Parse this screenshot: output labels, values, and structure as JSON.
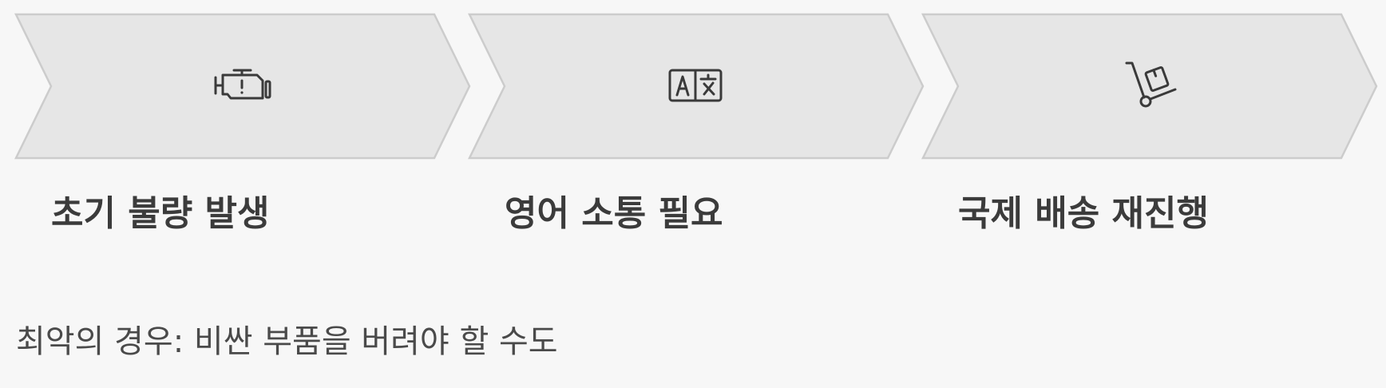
{
  "steps": [
    {
      "icon": "engine-warning-icon",
      "label": "초기 불량 발생"
    },
    {
      "icon": "translate-icon",
      "label": "영어 소통 필요"
    },
    {
      "icon": "hand-truck-icon",
      "label": "국제 배송 재진행"
    }
  ],
  "footnote": "최악의 경우: 비싼 부품을 버려야 할 수도",
  "colors": {
    "chevron_fill": "#e6e6e6",
    "chevron_stroke": "#cccccc",
    "icon": "#3a3a3a",
    "label": "#3b3b3b",
    "footnote": "#4a4a4a",
    "background": "#f7f7f7"
  }
}
